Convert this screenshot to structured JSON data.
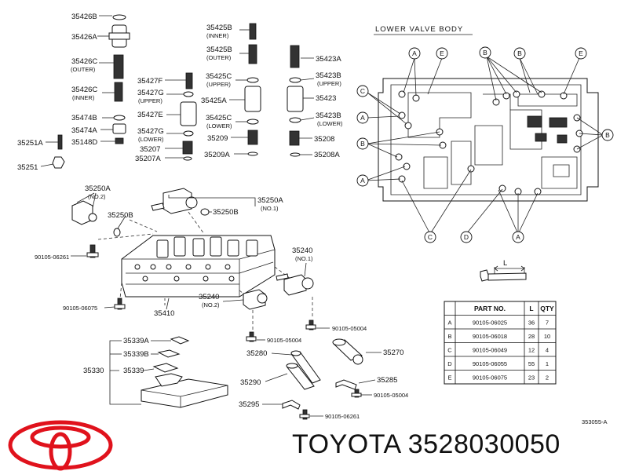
{
  "brand": {
    "name": "TOYOTA",
    "part_number": "3528030050"
  },
  "diagram": {
    "ref_code": "353055-A",
    "lower_body_title": "LOWER VALVE BODY",
    "labels": {
      "p35426B": "35426B",
      "p35426A": "35426A",
      "p35426C": "35426C",
      "p35426C_sub": "(OUTER)",
      "p35426C2": "35426C",
      "p35426C2_sub": "(INNER)",
      "p35474B": "35474B",
      "p35474A": "35474A",
      "p35148D": "35148D",
      "p35251A": "35251A",
      "p35251": "35251",
      "p35425B": "35425B",
      "p35425B_sub": "(INNER)",
      "p35425B2": "35425B",
      "p35425B2_sub": "(OUTER)",
      "p35423A": "35423A",
      "p35427F": "35427F",
      "p35427G": "35427G",
      "p35427G_sub": "(UPPER)",
      "p35427E": "35427E",
      "p35427G2": "35427G",
      "p35427G2_sub": "(LOWER)",
      "p35207": "35207",
      "p35207A": "35207A",
      "p35425C": "35425C",
      "p35425C_sub": "(UPPER)",
      "p35425A": "35425A",
      "p35425C2": "35425C",
      "p35425C2_sub": "(LOWER)",
      "p35209": "35209",
      "p35209A": "35209A",
      "p35423B": "35423B",
      "p35423B_sub": "(UPPER)",
      "p35423": "35423",
      "p35423B2": "35423B",
      "p35423B2_sub": "(LOWER)",
      "p35208": "35208",
      "p35208A": "35208A",
      "p35250A": "35250A",
      "p35250A_sub": "(NO.2)",
      "p35250B": "35250B",
      "p35250A2": "35250A",
      "p35250A2_sub": "(NO.1)",
      "p35250B2": "35250B",
      "p90105_06261": "90105-06261",
      "p35240": "35240",
      "p35240_sub": "(NO.1)",
      "p90105_06075": "90105-06075",
      "p35410": "35410",
      "p35240b": "35240",
      "p35240b_sub": "(NO.2)",
      "p90105_05004": "90105-05004",
      "p90105_05004b": "90105-05004",
      "p35339A": "35339A",
      "p35339B": "35339B",
      "p35330": "35330",
      "p35339": "35339",
      "p35280": "35280",
      "p35270": "35270",
      "p35290": "35290",
      "p35285": "35285",
      "p90105_05004c": "90105-05004",
      "p35295": "35295",
      "p90105_06261b": "90105-06261",
      "dim_L": "L"
    },
    "callouts": {
      "A": "A",
      "B": "B",
      "C": "C",
      "D": "D",
      "E": "E"
    }
  },
  "bolt_table": {
    "headers": [
      "",
      "PART NO.",
      "L",
      "QTY"
    ],
    "rows": [
      [
        "A",
        "90105-06025",
        "36",
        "7"
      ],
      [
        "B",
        "90105-06018",
        "28",
        "10"
      ],
      [
        "C",
        "90105-06049",
        "12",
        "4"
      ],
      [
        "D",
        "90105-06055",
        "55",
        "1"
      ],
      [
        "E",
        "90105-06075",
        "23",
        "2"
      ]
    ]
  },
  "logo": {
    "name": "toyota-logo",
    "color": "#e0121c"
  }
}
